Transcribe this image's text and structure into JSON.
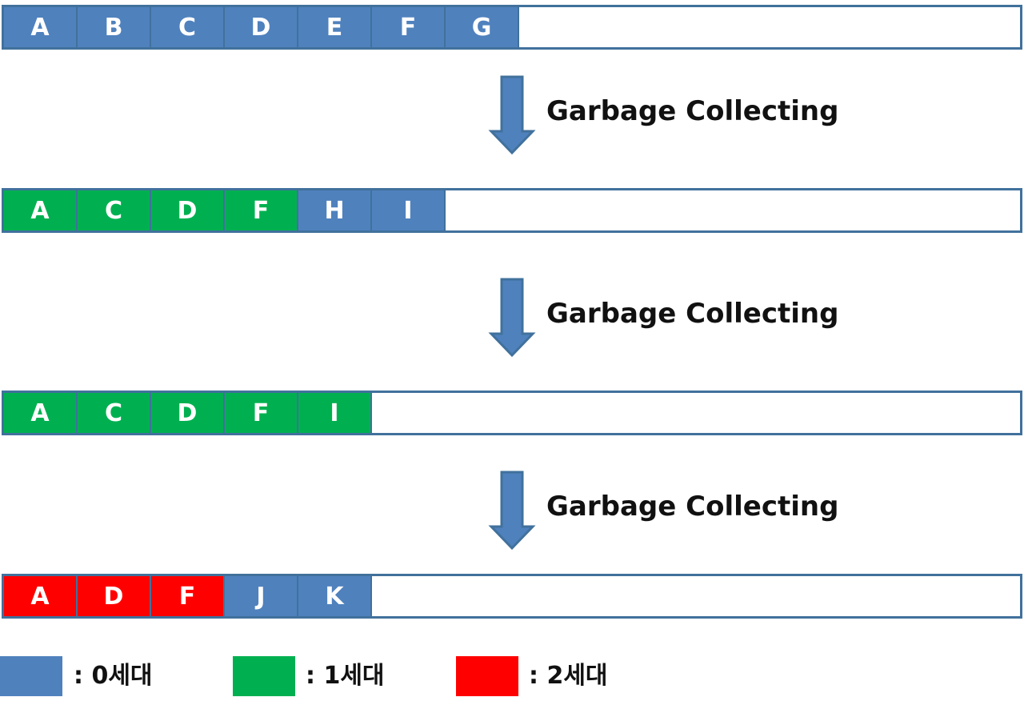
{
  "colors": {
    "gen0": "#4f81bd",
    "gen1": "#00b050",
    "gen2": "#ff0000",
    "border": "#41719c"
  },
  "heaps": [
    {
      "cells": [
        {
          "label": "A",
          "gen": "gen0"
        },
        {
          "label": "B",
          "gen": "gen0"
        },
        {
          "label": "C",
          "gen": "gen0"
        },
        {
          "label": "D",
          "gen": "gen0"
        },
        {
          "label": "E",
          "gen": "gen0"
        },
        {
          "label": "F",
          "gen": "gen0"
        },
        {
          "label": "G",
          "gen": "gen0"
        }
      ]
    },
    {
      "cells": [
        {
          "label": "A",
          "gen": "gen1"
        },
        {
          "label": "C",
          "gen": "gen1"
        },
        {
          "label": "D",
          "gen": "gen1"
        },
        {
          "label": "F",
          "gen": "gen1"
        },
        {
          "label": "H",
          "gen": "gen0"
        },
        {
          "label": "I",
          "gen": "gen0"
        }
      ]
    },
    {
      "cells": [
        {
          "label": "A",
          "gen": "gen1"
        },
        {
          "label": "C",
          "gen": "gen1"
        },
        {
          "label": "D",
          "gen": "gen1"
        },
        {
          "label": "F",
          "gen": "gen1"
        },
        {
          "label": "I",
          "gen": "gen1"
        }
      ]
    },
    {
      "cells": [
        {
          "label": "A",
          "gen": "gen2"
        },
        {
          "label": "D",
          "gen": "gen2"
        },
        {
          "label": "F",
          "gen": "gen2"
        },
        {
          "label": "J",
          "gen": "gen0"
        },
        {
          "label": "K",
          "gen": "gen0"
        }
      ]
    }
  ],
  "transitions": [
    {
      "label": "Garbage Collecting",
      "icon": "down-arrow-icon"
    },
    {
      "label": "Garbage Collecting",
      "icon": "down-arrow-icon"
    },
    {
      "label": "Garbage Collecting",
      "icon": "down-arrow-icon"
    }
  ],
  "legend": [
    {
      "label": ": 0세대",
      "gen": "gen0"
    },
    {
      "label": ": 1세대",
      "gen": "gen1"
    },
    {
      "label": ": 2세대",
      "gen": "gen2"
    }
  ]
}
